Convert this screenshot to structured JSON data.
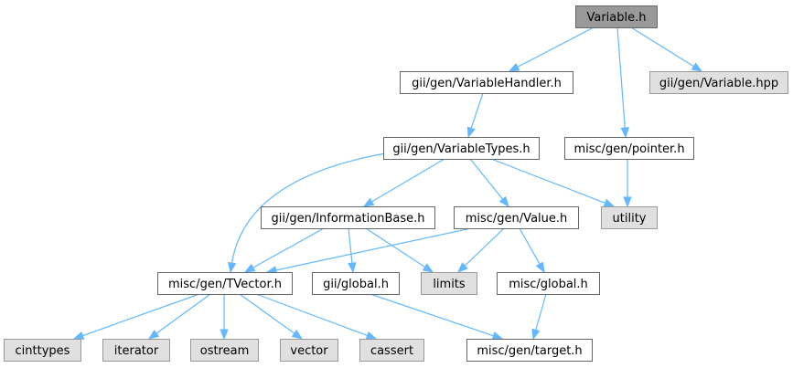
{
  "colors": {
    "root_fill": "#999999",
    "root_border": "#666666",
    "documented_fill": "#ffffff",
    "documented_border": "#666666",
    "external_fill": "#e0e0e0",
    "external_border": "#999999",
    "edge": "#63b8ff"
  },
  "nodes": [
    {
      "id": "variable_h",
      "label": "Variable.h",
      "kind": "root"
    },
    {
      "id": "variable_handler_h",
      "label": "gii/gen/VariableHandler.h",
      "kind": "documented"
    },
    {
      "id": "variable_hpp",
      "label": "gii/gen/Variable.hpp",
      "kind": "external"
    },
    {
      "id": "variable_types_h",
      "label": "gii/gen/VariableTypes.h",
      "kind": "documented"
    },
    {
      "id": "pointer_h",
      "label": "misc/gen/pointer.h",
      "kind": "documented"
    },
    {
      "id": "information_base_h",
      "label": "gii/gen/InformationBase.h",
      "kind": "documented"
    },
    {
      "id": "value_h",
      "label": "misc/gen/Value.h",
      "kind": "documented"
    },
    {
      "id": "utility",
      "label": "utility",
      "kind": "external"
    },
    {
      "id": "tvector_h",
      "label": "misc/gen/TVector.h",
      "kind": "documented"
    },
    {
      "id": "gii_global_h",
      "label": "gii/global.h",
      "kind": "documented"
    },
    {
      "id": "limits",
      "label": "limits",
      "kind": "external"
    },
    {
      "id": "misc_global_h",
      "label": "misc/global.h",
      "kind": "documented"
    },
    {
      "id": "cinttypes",
      "label": "cinttypes",
      "kind": "external"
    },
    {
      "id": "iterator",
      "label": "iterator",
      "kind": "external"
    },
    {
      "id": "ostream",
      "label": "ostream",
      "kind": "external"
    },
    {
      "id": "vector",
      "label": "vector",
      "kind": "external"
    },
    {
      "id": "cassert",
      "label": "cassert",
      "kind": "external"
    },
    {
      "id": "target_h",
      "label": "misc/gen/target.h",
      "kind": "documented"
    }
  ],
  "edges": [
    {
      "from": "variable_h",
      "to": "variable_handler_h"
    },
    {
      "from": "variable_h",
      "to": "variable_hpp"
    },
    {
      "from": "variable_h",
      "to": "pointer_h"
    },
    {
      "from": "variable_handler_h",
      "to": "variable_types_h"
    },
    {
      "from": "variable_types_h",
      "to": "information_base_h"
    },
    {
      "from": "variable_types_h",
      "to": "value_h"
    },
    {
      "from": "variable_types_h",
      "to": "utility"
    },
    {
      "from": "variable_types_h",
      "to": "tvector_h"
    },
    {
      "from": "pointer_h",
      "to": "utility"
    },
    {
      "from": "information_base_h",
      "to": "tvector_h"
    },
    {
      "from": "information_base_h",
      "to": "gii_global_h"
    },
    {
      "from": "information_base_h",
      "to": "limits"
    },
    {
      "from": "value_h",
      "to": "tvector_h"
    },
    {
      "from": "value_h",
      "to": "limits"
    },
    {
      "from": "value_h",
      "to": "misc_global_h"
    },
    {
      "from": "tvector_h",
      "to": "cinttypes"
    },
    {
      "from": "tvector_h",
      "to": "iterator"
    },
    {
      "from": "tvector_h",
      "to": "ostream"
    },
    {
      "from": "tvector_h",
      "to": "vector"
    },
    {
      "from": "tvector_h",
      "to": "cassert"
    },
    {
      "from": "gii_global_h",
      "to": "target_h"
    },
    {
      "from": "misc_global_h",
      "to": "target_h"
    }
  ]
}
